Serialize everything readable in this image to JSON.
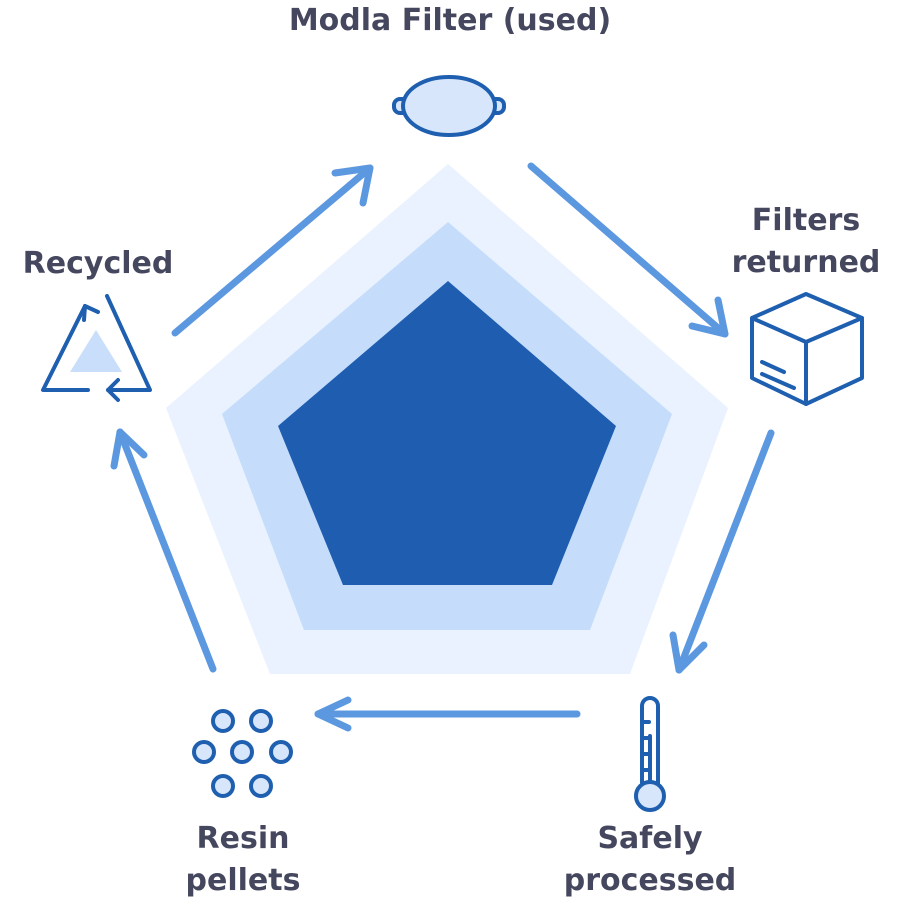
{
  "colors": {
    "text": "#45475e",
    "arrow": "#5c98e0",
    "icon_stroke": "#1f5fb0",
    "icon_fill": "#d7e6fb",
    "pentagon_outer": "#e9f2fe",
    "pentagon_middle": "#c5ddfb",
    "pentagon_inner": "#1f5db0"
  },
  "steps": [
    {
      "id": "filter",
      "icon": "filter-capsule-icon",
      "lines": [
        "Modla Filter (used)"
      ]
    },
    {
      "id": "returned",
      "icon": "box-icon",
      "lines": [
        "Filters",
        "returned"
      ]
    },
    {
      "id": "processed",
      "icon": "thermometer-icon",
      "lines": [
        "Safely",
        "processed"
      ]
    },
    {
      "id": "pellets",
      "icon": "pellets-icon",
      "lines": [
        "Resin",
        "pellets"
      ]
    },
    {
      "id": "recycled",
      "icon": "recycle-triangle-icon",
      "lines": [
        "Recycled"
      ]
    }
  ]
}
